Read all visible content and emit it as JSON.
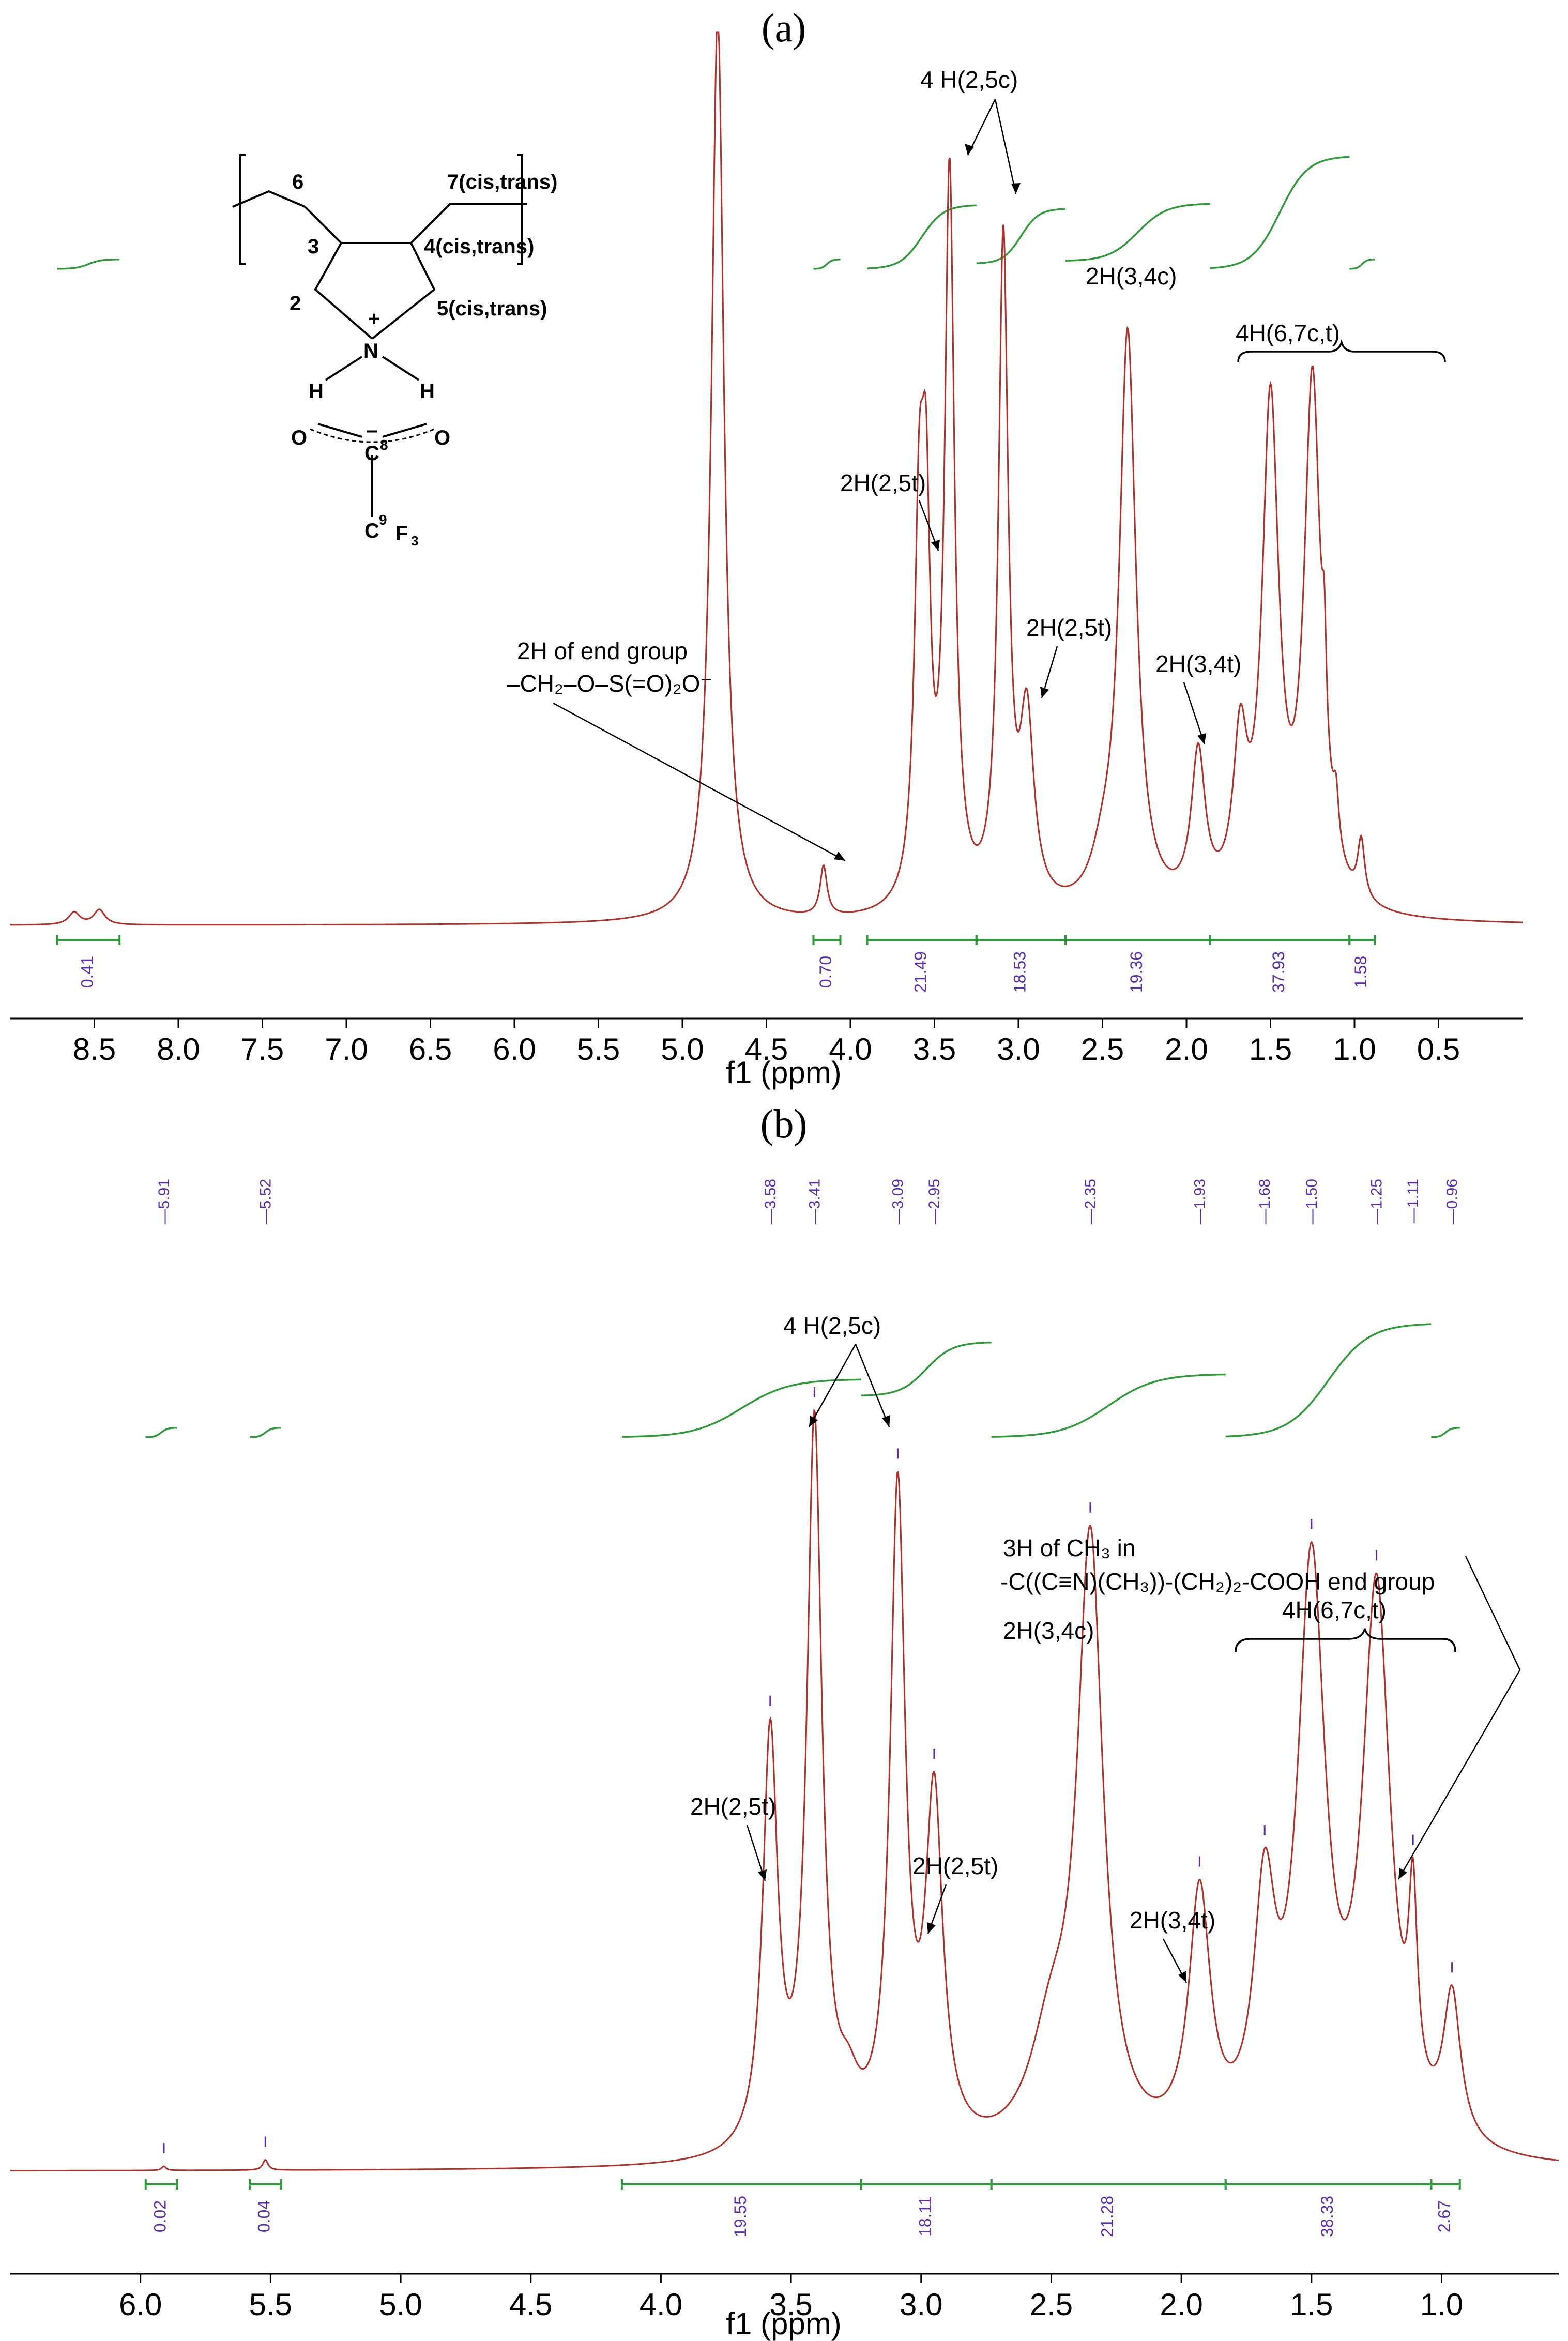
{
  "chart_data": [
    {
      "type": "line",
      "panel_label": "(a)",
      "xlabel": "f1 (ppm)",
      "x_reversed": true,
      "xlim": [
        9.0,
        0.0
      ],
      "ticks": [
        "8.5",
        "8.0",
        "7.5",
        "7.0",
        "6.5",
        "6.0",
        "5.5",
        "5.0",
        "4.5",
        "4.0",
        "3.5",
        "3.0",
        "2.5",
        "2.0",
        "1.5",
        "1.0",
        "0.5"
      ],
      "tick_values": [
        8.5,
        8.0,
        7.5,
        7.0,
        6.5,
        6.0,
        5.5,
        5.0,
        4.5,
        4.0,
        3.5,
        3.0,
        2.5,
        2.0,
        1.5,
        1.0,
        0.5
      ],
      "peaks": [
        {
          "ppm": 8.62,
          "height": 0.015,
          "width": 0.04
        },
        {
          "ppm": 8.47,
          "height": 0.018,
          "width": 0.04
        },
        {
          "ppm": 4.79,
          "height": 1.1,
          "width": 0.045
        },
        {
          "ppm": 4.16,
          "height": 0.06,
          "width": 0.025
        },
        {
          "ppm": 3.59,
          "height": 0.43,
          "width": 0.035
        },
        {
          "ppm": 3.55,
          "height": 0.38,
          "width": 0.03
        },
        {
          "ppm": 3.41,
          "height": 0.88,
          "width": 0.035
        },
        {
          "ppm": 3.09,
          "height": 0.8,
          "width": 0.035
        },
        {
          "ppm": 2.95,
          "height": 0.22,
          "width": 0.05
        },
        {
          "ppm": 2.5,
          "height": 0.04,
          "width": 0.08
        },
        {
          "ppm": 2.35,
          "height": 0.7,
          "width": 0.06
        },
        {
          "ppm": 1.93,
          "height": 0.18,
          "width": 0.05
        },
        {
          "ppm": 1.68,
          "height": 0.18,
          "width": 0.05
        },
        {
          "ppm": 1.5,
          "height": 0.6,
          "width": 0.06
        },
        {
          "ppm": 1.25,
          "height": 0.63,
          "width": 0.06
        },
        {
          "ppm": 1.18,
          "height": 0.12,
          "width": 0.015
        },
        {
          "ppm": 1.11,
          "height": 0.06,
          "width": 0.02
        },
        {
          "ppm": 0.96,
          "height": 0.07,
          "width": 0.025
        }
      ],
      "integrals": [
        {
          "from": 8.72,
          "to": 8.35,
          "value": "0.41"
        },
        {
          "from": 4.22,
          "to": 4.06,
          "value": "0.70"
        },
        {
          "from": 3.9,
          "to": 3.25,
          "value": "21.49"
        },
        {
          "from": 3.25,
          "to": 2.72,
          "value": "18.53"
        },
        {
          "from": 2.72,
          "to": 1.86,
          "value": "19.36"
        },
        {
          "from": 1.86,
          "to": 1.03,
          "value": "37.93"
        },
        {
          "from": 1.03,
          "to": 0.88,
          "value": "1.58"
        }
      ],
      "annotations": {
        "h_25c": "4 H(2,5c)",
        "h_25t_a": "2H(2,5t)",
        "h_25t_b": "2H(2,5t)",
        "h_34c": "2H(3,4c)",
        "h_34t": "2H(3,4t)",
        "h_67": "4H(6,7c,t)",
        "end_group_1": "2H of end group",
        "end_group_2": "–CH₂–O–S(=O)₂O⁻"
      },
      "structure": {
        "c6": "6",
        "c3": "3",
        "c2": "2",
        "c7": "7(cis,trans)",
        "c4": "4(cis,trans)",
        "c5": "5(cis,trans)",
        "plus": "+",
        "n": "N",
        "h_left": "H",
        "h_right": "H",
        "o_left": "O",
        "o_right": "O",
        "minus": "–",
        "c8": "C",
        "c8_sup": "8",
        "c9": "C",
        "c9_sup": "9",
        "f3": "F",
        "f3_sub": "3"
      }
    },
    {
      "type": "line",
      "panel_label": "(b)",
      "xlabel": "f1 (ppm)",
      "x_reversed": true,
      "xlim": [
        6.5,
        0.55
      ],
      "ticks": [
        "6.0",
        "5.5",
        "5.0",
        "4.5",
        "4.0",
        "3.5",
        "3.0",
        "2.5",
        "2.0",
        "1.5",
        "1.0"
      ],
      "tick_values": [
        6.0,
        5.5,
        5.0,
        4.5,
        4.0,
        3.5,
        3.0,
        2.5,
        2.0,
        1.5,
        1.0
      ],
      "peak_picks": [
        "5.91",
        "5.52",
        "3.58",
        "3.41",
        "3.09",
        "2.95",
        "2.35",
        "1.93",
        "1.68",
        "1.50",
        "1.25",
        "1.11",
        "0.96"
      ],
      "peak_pick_values": [
        5.91,
        5.52,
        3.58,
        3.41,
        3.09,
        2.95,
        2.35,
        1.93,
        1.68,
        1.5,
        1.25,
        1.11,
        0.96
      ],
      "peaks": [
        {
          "ppm": 5.91,
          "height": 0.004,
          "width": 0.01
        },
        {
          "ppm": 5.52,
          "height": 0.01,
          "width": 0.012
        },
        {
          "ppm": 3.58,
          "height": 0.4,
          "width": 0.035
        },
        {
          "ppm": 3.41,
          "height": 0.7,
          "width": 0.035
        },
        {
          "ppm": 3.28,
          "height": 0.04,
          "width": 0.05
        },
        {
          "ppm": 3.09,
          "height": 0.63,
          "width": 0.035
        },
        {
          "ppm": 2.95,
          "height": 0.33,
          "width": 0.04
        },
        {
          "ppm": 2.5,
          "height": 0.1,
          "width": 0.1
        },
        {
          "ppm": 2.35,
          "height": 0.58,
          "width": 0.06
        },
        {
          "ppm": 1.93,
          "height": 0.24,
          "width": 0.05
        },
        {
          "ppm": 1.68,
          "height": 0.22,
          "width": 0.05
        },
        {
          "ppm": 1.5,
          "height": 0.55,
          "width": 0.065
        },
        {
          "ppm": 1.25,
          "height": 0.53,
          "width": 0.065
        },
        {
          "ppm": 1.11,
          "height": 0.18,
          "width": 0.02
        },
        {
          "ppm": 0.96,
          "height": 0.14,
          "width": 0.04
        }
      ],
      "integrals": [
        {
          "from": 5.98,
          "to": 5.86,
          "value": "0.02"
        },
        {
          "from": 5.58,
          "to": 5.46,
          "value": "0.04"
        },
        {
          "from": 4.15,
          "to": 3.23,
          "value": "19.55"
        },
        {
          "from": 3.23,
          "to": 2.73,
          "value": "18.11"
        },
        {
          "from": 2.73,
          "to": 1.83,
          "value": "21.28"
        },
        {
          "from": 1.83,
          "to": 1.04,
          "value": "38.33"
        },
        {
          "from": 1.04,
          "to": 0.93,
          "value": "2.67"
        }
      ],
      "annotations": {
        "h_25c": "4 H(2,5c)",
        "h_25t_a": "2H(2,5t)",
        "h_25t_b": "2H(2,5t)",
        "h_34c": "2H(3,4c)",
        "h_34t": "2H(3,4t)",
        "h_67": "4H(6,7c,t)",
        "ch3_1": "3H of CH₃ in",
        "ch3_2": "-C((C≡N)(CH₃))-(CH₂)₂-COOH end group"
      }
    }
  ],
  "colors": {
    "spectrum": "#b0302a",
    "integral": "#2f9a3a",
    "integral_text": "#5a2fb0"
  }
}
